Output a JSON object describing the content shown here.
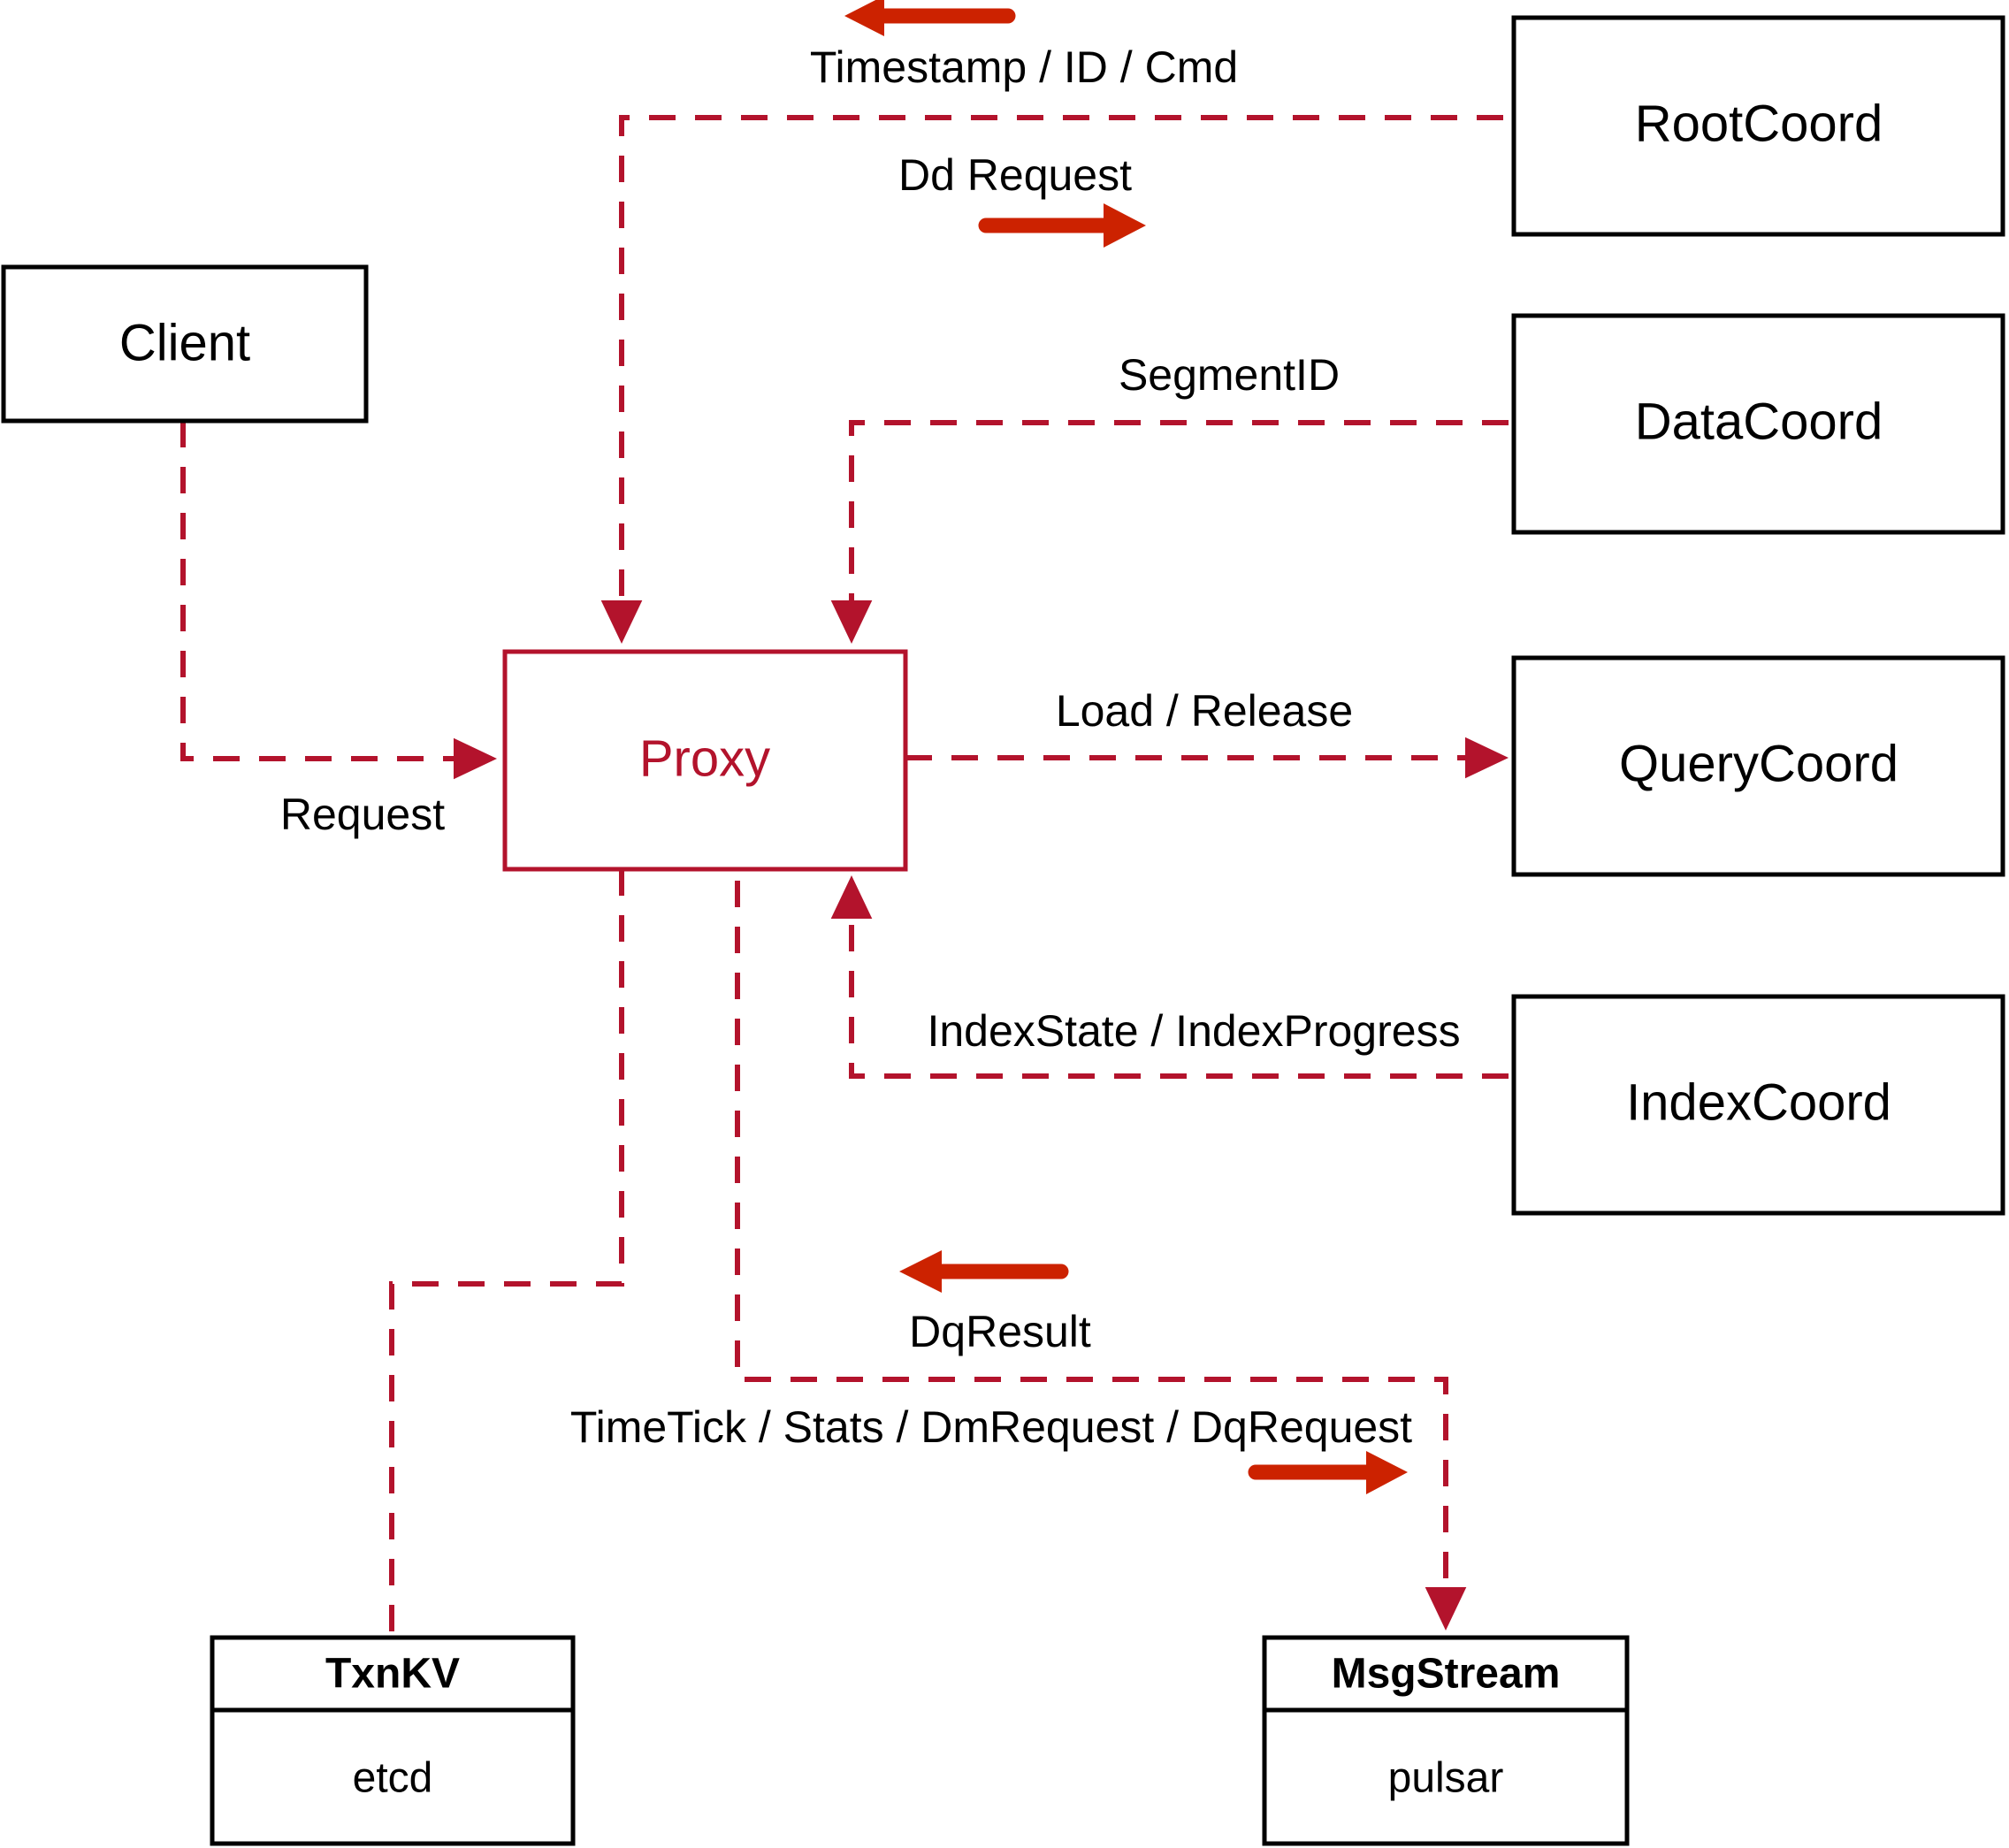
{
  "diagram": {
    "title": "Milvus Proxy interaction diagram",
    "colors": {
      "accent": "#B3132C",
      "arrow": "#CC2200",
      "node_stroke": "#000000",
      "background": "#FFFFFF"
    },
    "nodes": [
      {
        "id": "client",
        "label": "Client"
      },
      {
        "id": "proxy",
        "label": "Proxy"
      },
      {
        "id": "rootcoord",
        "label": "RootCoord"
      },
      {
        "id": "datacoord",
        "label": "DataCoord"
      },
      {
        "id": "querycoord",
        "label": "QueryCoord"
      },
      {
        "id": "indexcoord",
        "label": "IndexCoord"
      },
      {
        "id": "txnkv",
        "label": "TxnKV",
        "sublabel": "etcd"
      },
      {
        "id": "msgstream",
        "label": "MsgStream",
        "sublabel": "pulsar"
      }
    ],
    "edges": [
      {
        "id": "timestamp-id-cmd",
        "label": "Timestamp / ID / Cmd",
        "from": "rootcoord",
        "to": "proxy",
        "direction": "left"
      },
      {
        "id": "dd-request",
        "label": "Dd Request",
        "from": "proxy",
        "to": "rootcoord",
        "direction": "right"
      },
      {
        "id": "segment-id",
        "label": "SegmentID",
        "from": "datacoord",
        "to": "proxy",
        "direction": "left"
      },
      {
        "id": "request",
        "label": "Request",
        "from": "client",
        "to": "proxy",
        "direction": "right"
      },
      {
        "id": "load-release",
        "label": "Load / Release",
        "from": "proxy",
        "to": "querycoord",
        "direction": "right"
      },
      {
        "id": "index-state",
        "label": "IndexState / IndexProgress",
        "from": "indexcoord",
        "to": "proxy",
        "direction": "left"
      },
      {
        "id": "dq-result",
        "label": "DqResult",
        "from": "msgstream",
        "to": "proxy",
        "direction": "left"
      },
      {
        "id": "timetick-stats",
        "label": "TimeTick / Stats / DmRequest / DqRequest",
        "from": "proxy",
        "to": "msgstream",
        "direction": "right"
      },
      {
        "id": "txnkv-link",
        "label": "",
        "from": "proxy",
        "to": "txnkv",
        "direction": "none"
      }
    ]
  }
}
